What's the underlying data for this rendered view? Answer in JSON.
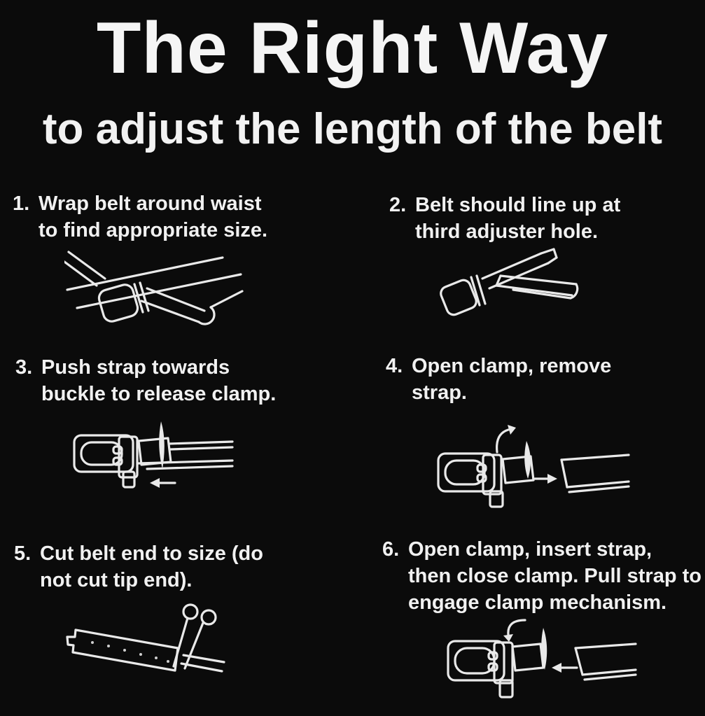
{
  "page": {
    "title": "The Right Way",
    "subtitle": "to adjust the length of the belt"
  },
  "colors": {
    "background": "#0b0b0b",
    "text": "#f2f2f2",
    "line_art": "#e9e9e9"
  },
  "steps": [
    {
      "number": "1.",
      "lines": [
        "Wrap belt around waist",
        "to find appropriate size."
      ],
      "icon": "belt-crossed-around-waist-icon"
    },
    {
      "number": "2.",
      "lines": [
        "Belt should line up at",
        "third adjuster hole."
      ],
      "icon": "belt-folded-at-third-hole-icon"
    },
    {
      "number": "3.",
      "lines": [
        "Push strap towards",
        "buckle to release clamp."
      ],
      "icon": "buckle-push-strap-arrow-icon"
    },
    {
      "number": "4.",
      "lines": [
        "Open clamp, remove",
        "strap."
      ],
      "icon": "buckle-open-clamp-remove-strap-icon"
    },
    {
      "number": "5.",
      "lines": [
        "Cut belt end to size (do",
        "not cut tip end)."
      ],
      "icon": "scissors-cutting-belt-icon"
    },
    {
      "number": "6.",
      "lines": [
        "Open clamp, insert strap,",
        "then close clamp. Pull strap to",
        "engage clamp mechanism."
      ],
      "icon": "buckle-insert-strap-close-clamp-icon"
    }
  ]
}
